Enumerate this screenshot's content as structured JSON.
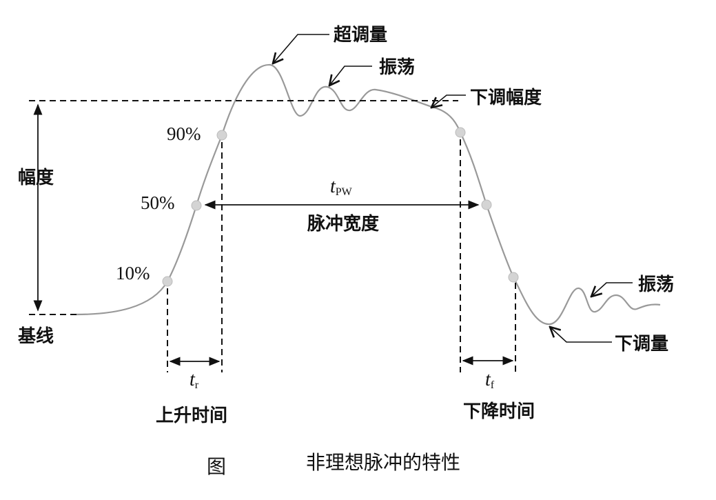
{
  "labels": {
    "overshoot": "超调量",
    "ringing_top": "振荡",
    "droop": "下调幅度",
    "amplitude": "幅度",
    "baseline": "基线",
    "pct90": "90%",
    "pct50": "50%",
    "pct10": "10%",
    "t_pw_main": "t",
    "t_pw_sub": "PW",
    "pulse_width": "脉冲宽度",
    "t_r_main": "t",
    "t_r_sub": "r",
    "rise_time": "上升时间",
    "t_f_main": "t",
    "t_f_sub": "f",
    "fall_time": "下降时间",
    "ringing_bottom": "振荡",
    "undershoot": "下调量",
    "caption_prefix": "图",
    "caption_title": "非理想脉冲的特性"
  }
}
